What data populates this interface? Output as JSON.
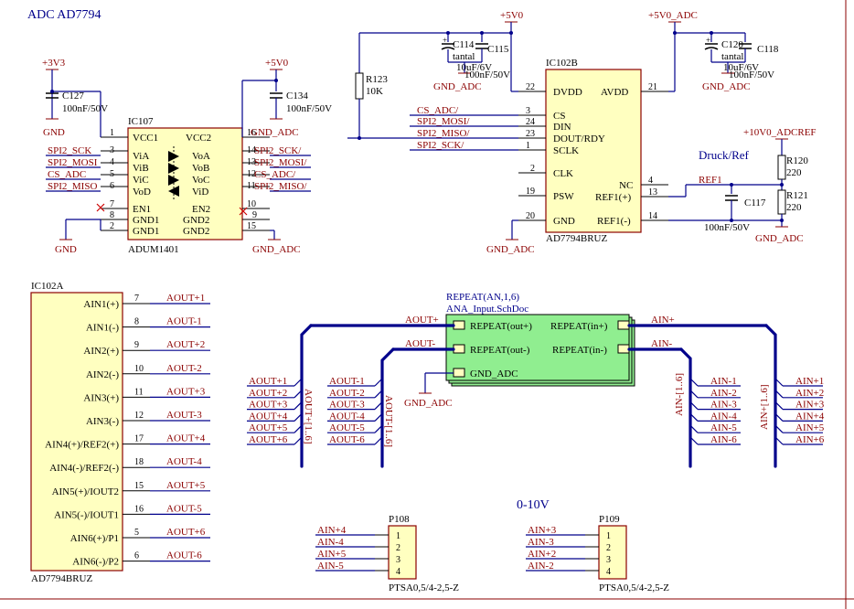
{
  "sheet_title": "ADC AD7794",
  "section_label": "0-10V",
  "druck_label": "Druck/Ref",
  "power_ports": {
    "p3v3": "+3V3",
    "p5v0_a": "+5V0",
    "p5v0_b": "+5V0",
    "p5v0_adc": "+5V0_ADC",
    "p10v_ref": "+10V0_ADCREF"
  },
  "grounds": {
    "g1": "GND",
    "g2": "GND",
    "g3": "GND_ADC",
    "g4": "GND_ADC",
    "g5": "GND_ADC",
    "g6": "GND_ADC",
    "g7": "GND_ADC",
    "g8": "GND_ADC",
    "g9": "GND_ADC"
  },
  "caps": {
    "c127": {
      "ref": "C127",
      "val": "100nF/50V"
    },
    "c134": {
      "ref": "C134",
      "val": "100nF/50V"
    },
    "c114": {
      "ref": "C114",
      "val1": "tantal",
      "val2": "10uF/6V"
    },
    "c115": {
      "ref": "C115",
      "val": "100nF/50V"
    },
    "c120": {
      "ref": "C120",
      "val1": "tantal",
      "val2": "10uF/6V"
    },
    "c118": {
      "ref": "C118",
      "val": "100nF/50V"
    },
    "c117": {
      "ref": "C117",
      "val": "100nF/50V"
    }
  },
  "resistors": {
    "r123": {
      "ref": "R123",
      "val": "10K"
    },
    "r120": {
      "ref": "R120",
      "val": "220"
    },
    "r121": {
      "ref": "R121",
      "val": "220"
    }
  },
  "ic107": {
    "ref": "IC107",
    "part": "ADUM1401",
    "left": [
      {
        "name": "VCC1",
        "pin": "1"
      },
      {
        "name": "ViA",
        "pin": "3"
      },
      {
        "name": "ViB",
        "pin": "4"
      },
      {
        "name": "ViC",
        "pin": "5"
      },
      {
        "name": "VoD",
        "pin": "6"
      },
      {
        "name": "EN1",
        "pin": "7"
      },
      {
        "name": "GND1",
        "pin": "8"
      },
      {
        "name": "GND1",
        "pin": "2"
      }
    ],
    "right": [
      {
        "name": "VCC2",
        "pin": "16"
      },
      {
        "name": "VoA",
        "pin": "14"
      },
      {
        "name": "VoB",
        "pin": "13"
      },
      {
        "name": "VoC",
        "pin": "12"
      },
      {
        "name": "ViD",
        "pin": "11"
      },
      {
        "name": "EN2",
        "pin": "10"
      },
      {
        "name": "GND2",
        "pin": "9"
      },
      {
        "name": "GND2",
        "pin": "15"
      }
    ],
    "left_nets": [
      "SPI2_SCK",
      "SPI2_MOSI",
      "CS_ADC",
      "SPI2_MISO"
    ],
    "right_nets": [
      "SPI2_SCK/",
      "SPI2_MOSI/",
      "CS_ADC/",
      "SPI2_MISO/"
    ]
  },
  "ic102b": {
    "ref": "IC102B",
    "part": "AD7794BRUZ",
    "pins": {
      "dvdd": {
        "name": "DVDD",
        "pin": "22"
      },
      "avdd": {
        "name": "AVDD",
        "pin": "21"
      },
      "cs": {
        "name": "CS",
        "pin": "3"
      },
      "din": {
        "name": "DIN",
        "pin": "24"
      },
      "dout": {
        "name": "DOUT/RDY",
        "pin": "23"
      },
      "sclk": {
        "name": "SCLK",
        "pin": "1"
      },
      "clk": {
        "name": "CLK",
        "pin": "2"
      },
      "psw": {
        "name": "PSW",
        "pin": "19"
      },
      "gnd": {
        "name": "GND",
        "pin": "20"
      },
      "nc": {
        "name": "NC",
        "pin": "4"
      },
      "refp": {
        "name": "REF1(+)",
        "pin": "13"
      },
      "refm": {
        "name": "REF1(-)",
        "pin": "14"
      }
    },
    "nets": [
      "CS_ADC/",
      "SPI2_MOSI/",
      "SPI2_MISO/",
      "SPI2_SCK/"
    ],
    "ref_net": "REF1"
  },
  "ic102a": {
    "ref": "IC102A",
    "part": "AD7794BRUZ",
    "pins": [
      {
        "name": "AIN1(+)",
        "pin": "7",
        "net": "AOUT+1"
      },
      {
        "name": "AIN1(-)",
        "pin": "8",
        "net": "AOUT-1"
      },
      {
        "name": "AIN2(+)",
        "pin": "9",
        "net": "AOUT+2"
      },
      {
        "name": "AIN2(-)",
        "pin": "10",
        "net": "AOUT-2"
      },
      {
        "name": "AIN3(+)",
        "pin": "11",
        "net": "AOUT+3"
      },
      {
        "name": "AIN3(-)",
        "pin": "12",
        "net": "AOUT-3"
      },
      {
        "name": "AIN4(+)/REF2(+)",
        "pin": "17",
        "net": "AOUT+4"
      },
      {
        "name": "AIN4(-)/REF2(-)",
        "pin": "18",
        "net": "AOUT-4"
      },
      {
        "name": "AIN5(+)/IOUT2",
        "pin": "15",
        "net": "AOUT+5"
      },
      {
        "name": "AIN5(-)/IOUT1",
        "pin": "16",
        "net": "AOUT-5"
      },
      {
        "name": "AIN6(+)/P1",
        "pin": "5",
        "net": "AOUT+6"
      },
      {
        "name": "AIN6(-)/P2",
        "pin": "6",
        "net": "AOUT-6"
      }
    ]
  },
  "sheet_symbol": {
    "title": "REPEAT(AN,1,6)",
    "file": "ANA_Input.SchDoc",
    "ports": {
      "outp": "REPEAT(out+)",
      "outm": "REPEAT(out-)",
      "gnd": "GND_ADC",
      "inp": "REPEAT(in+)",
      "inm": "REPEAT(in-)"
    },
    "nets": {
      "aoutp": "AOUT+",
      "aoutm": "AOUT-",
      "ainp": "AIN+",
      "ainm": "AIN-"
    }
  },
  "buses": {
    "aoutp": "AOUT+[1..6]",
    "aoutm": "AOUT-[1..6]",
    "ainm": "AIN-[1..6]",
    "ainp": "AIN+[1..6]"
  },
  "bus_entries": {
    "aoutp": [
      "AOUT+1",
      "AOUT+2",
      "AOUT+3",
      "AOUT+4",
      "AOUT+5",
      "AOUT+6"
    ],
    "aoutm": [
      "AOUT-1",
      "AOUT-2",
      "AOUT-3",
      "AOUT-4",
      "AOUT-5",
      "AOUT-6"
    ],
    "ainm": [
      "AIN-1",
      "AIN-2",
      "AIN-3",
      "AIN-4",
      "AIN-5",
      "AIN-6"
    ],
    "ainp": [
      "AIN+1",
      "AIN+2",
      "AIN+3",
      "AIN+4",
      "AIN+5",
      "AIN+6"
    ]
  },
  "p108": {
    "ref": "P108",
    "part": "PTSA0,5/4-2,5-Z",
    "pins": [
      "1",
      "2",
      "3",
      "4"
    ],
    "nets": [
      "AIN+4",
      "AIN-4",
      "AIN+5",
      "AIN-5"
    ]
  },
  "p109": {
    "ref": "P109",
    "part": "PTSA0,5/4-2,5-Z",
    "pins": [
      "1",
      "2",
      "3",
      "4"
    ],
    "nets": [
      "AIN+3",
      "AIN-3",
      "AIN+2",
      "AIN-2"
    ]
  }
}
